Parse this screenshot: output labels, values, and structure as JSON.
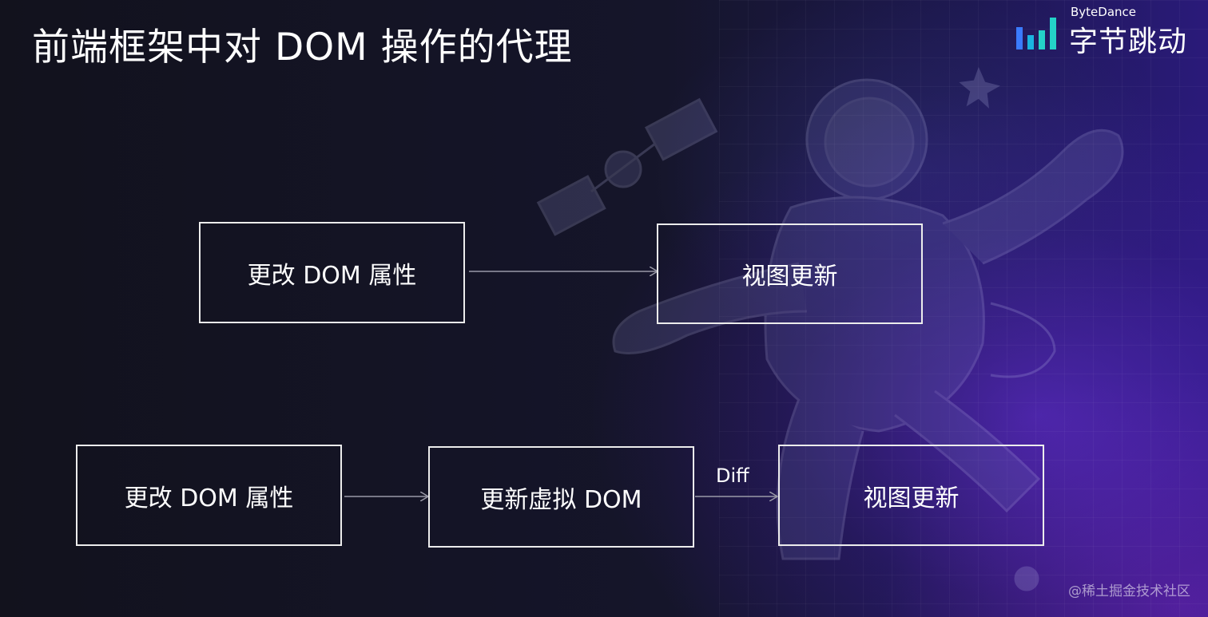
{
  "slide": {
    "title": "前端框架中对 DOM 操作的代理"
  },
  "logo": {
    "name_en": "ByteDance",
    "name_zh": "字节跳动",
    "colors": [
      "#3a7bff",
      "#24d2c8",
      "#1ab5e0",
      "#7a5cff"
    ]
  },
  "diagram": {
    "flow_1": {
      "nodes": [
        {
          "id": "n1",
          "label": "更改 DOM 属性"
        },
        {
          "id": "n2",
          "label": "视图更新"
        }
      ],
      "edges": [
        {
          "from": "n1",
          "to": "n2",
          "label": ""
        }
      ]
    },
    "flow_2": {
      "nodes": [
        {
          "id": "m1",
          "label": "更改 DOM 属性"
        },
        {
          "id": "m2",
          "label": "更新虚拟 DOM"
        },
        {
          "id": "m3",
          "label": "视图更新"
        }
      ],
      "edges": [
        {
          "from": "m1",
          "to": "m2",
          "label": ""
        },
        {
          "from": "m2",
          "to": "m3",
          "label": "Diff"
        }
      ]
    }
  },
  "watermark": "@稀土掘金技术社区",
  "colors": {
    "background": "#13131f",
    "accent_purple": "#5a2fd8",
    "box_border": "#ececec",
    "arrow": "#9a9aa8"
  }
}
